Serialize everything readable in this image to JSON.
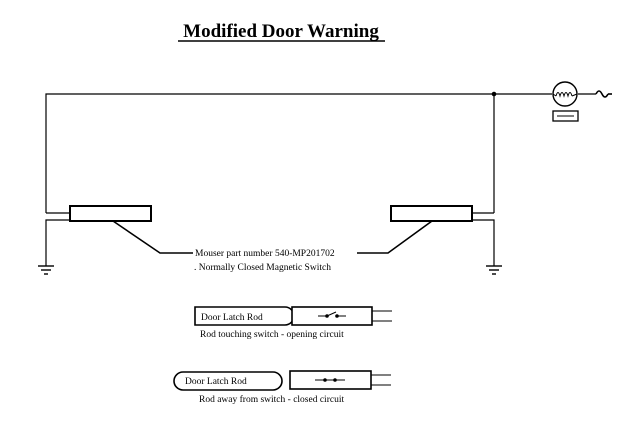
{
  "title": "Modified Door Warning",
  "switch_callout": {
    "line1": "Mouser part number 540-MP201702",
    "line2": ". Normally Closed Magnetic Switch"
  },
  "examples": [
    {
      "rod_label": "Door Latch Rod",
      "caption": "Rod touching switch - opening circuit",
      "state": "open"
    },
    {
      "rod_label": "Door Latch Rod",
      "caption": "Rod away from switch - closed circuit",
      "state": "closed"
    }
  ],
  "icons": {
    "ground": "ground-symbol-icon",
    "lamp": "warning-lamp-icon",
    "ac_source": "ac-source-icon",
    "switch": "switch-contact-icon"
  }
}
